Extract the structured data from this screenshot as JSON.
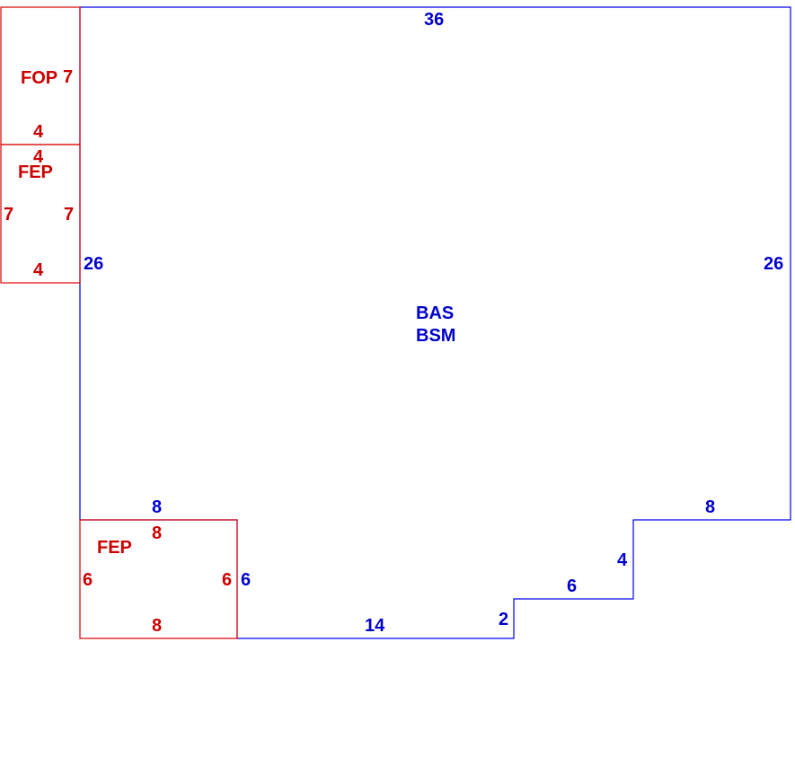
{
  "colors": {
    "main": "#0000cc",
    "addition": "#cc0000"
  },
  "main_area": {
    "label_line1": "BAS",
    "label_line2": "BSM",
    "dims": {
      "top": "36",
      "left": "26",
      "right": "26",
      "step_top": "8",
      "step_right": "4",
      "step_mid": "6",
      "step_small": "2",
      "bottom": "14",
      "notch_top": "8",
      "notch_side": "6"
    }
  },
  "fop": {
    "label": "FOP",
    "dim_side": "7",
    "dim_bottom": "4"
  },
  "fep_top": {
    "label": "FEP",
    "dim_top": "4",
    "dim_left": "7",
    "dim_right": "7",
    "dim_bottom": "4"
  },
  "fep_bottom": {
    "label": "FEP",
    "dim_top": "8",
    "dim_left": "6",
    "dim_right": "6",
    "dim_bottom": "8"
  }
}
